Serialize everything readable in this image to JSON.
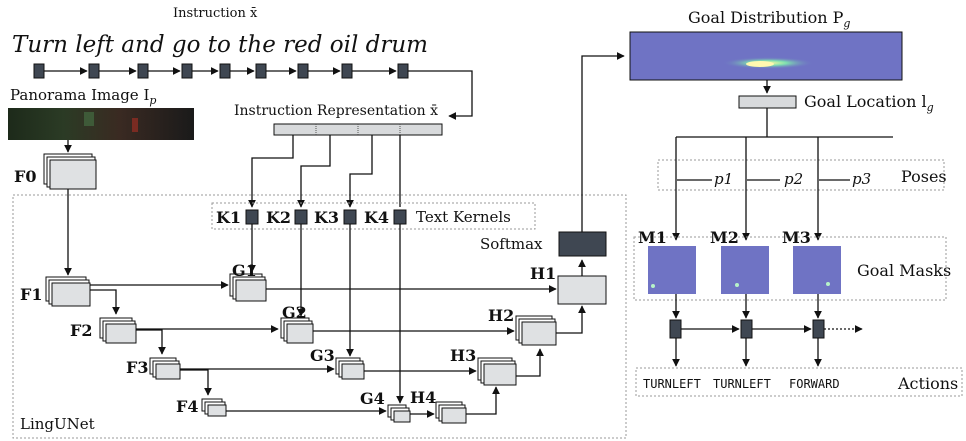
{
  "instruction_title": "Instruction x̄",
  "instruction_text": "Turn left and go to the red oil drum",
  "panorama_label": "Panorama Image I",
  "panorama_sub": "p",
  "instr_repr_label": "Instruction Representation x̄",
  "goal_dist_label": "Goal Distribution P",
  "goal_dist_sub": "g",
  "goal_loc_label": "Goal Location l",
  "goal_loc_sub": "g",
  "poses_label": "Poses",
  "pose_labels": [
    "p1",
    "p2",
    "p3"
  ],
  "text_kernels_label": "Text Kernels",
  "kernel_labels": [
    "K1",
    "K2",
    "K3",
    "K4"
  ],
  "softmax_label": "Softmax",
  "lingunet_label": "LingUNet",
  "f_labels": [
    "F0",
    "F1",
    "F2",
    "F3",
    "F4"
  ],
  "g_labels": [
    "G1",
    "G2",
    "G3",
    "G4"
  ],
  "h_labels": [
    "H1",
    "H2",
    "H3",
    "H4"
  ],
  "mask_labels": [
    "M1",
    "M2",
    "M3"
  ],
  "goal_masks_label": "Goal Masks",
  "action_labels": [
    "TURNLEFT",
    "TURNLEFT",
    "FORWARD"
  ],
  "actions_label": "Actions",
  "colors": {
    "token": "#3f4752",
    "panel_bg": "#eef0f3",
    "feature": "#dfe1e3",
    "goal_map": "#6f73c4"
  }
}
